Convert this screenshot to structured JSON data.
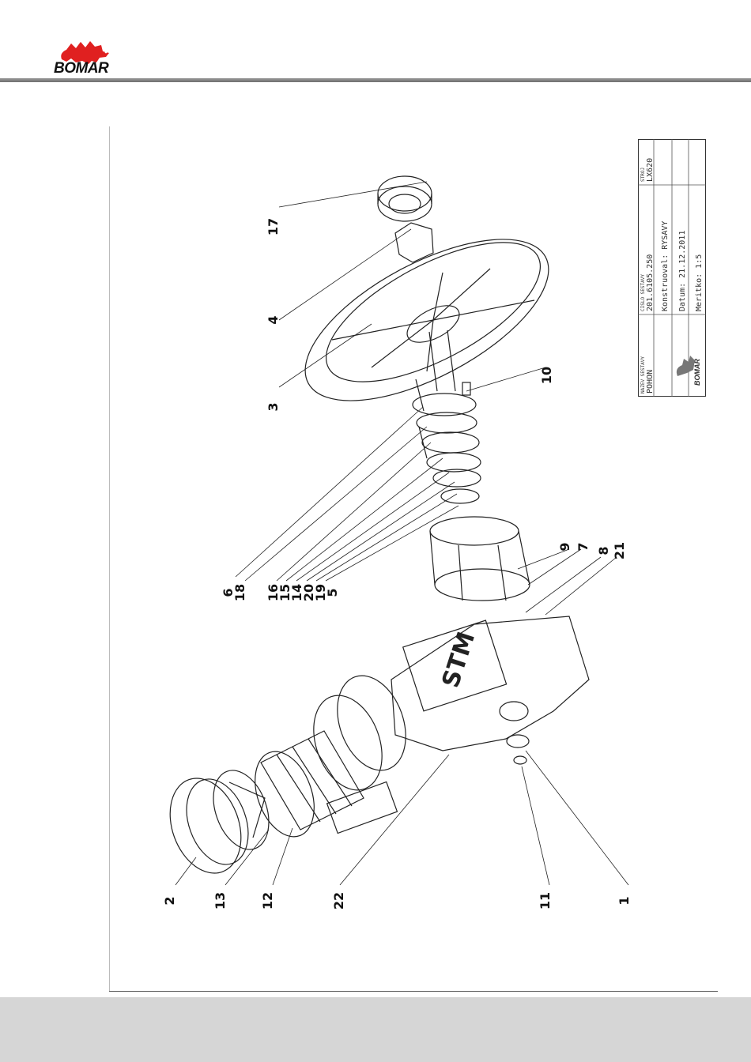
{
  "brand": {
    "name": "BOMAR",
    "accent": "#e02020"
  },
  "callouts": [
    "2",
    "13",
    "12",
    "22",
    "11",
    "1",
    "6",
    "18",
    "16",
    "15",
    "14",
    "20",
    "19",
    "5",
    "9",
    "7",
    "8",
    "21",
    "10",
    "3",
    "4",
    "17"
  ],
  "title_block": {
    "name_label": "NAZEV SESTAVY",
    "name_value": "POHON",
    "number_label": "CISLO SESTAVY",
    "number_value": "201.6105.250",
    "machine_label": "STROJ",
    "machine_value": "LX620",
    "designer": "Konstruoval: RYSAVY",
    "date": "Datum:     21.12.2011",
    "scale": "Meritko:    1:5",
    "logo_text": "BOMAR"
  },
  "colors": {
    "header_rule": "#7d7d7d",
    "footer": "#d6d6d6",
    "line": "#222222"
  }
}
